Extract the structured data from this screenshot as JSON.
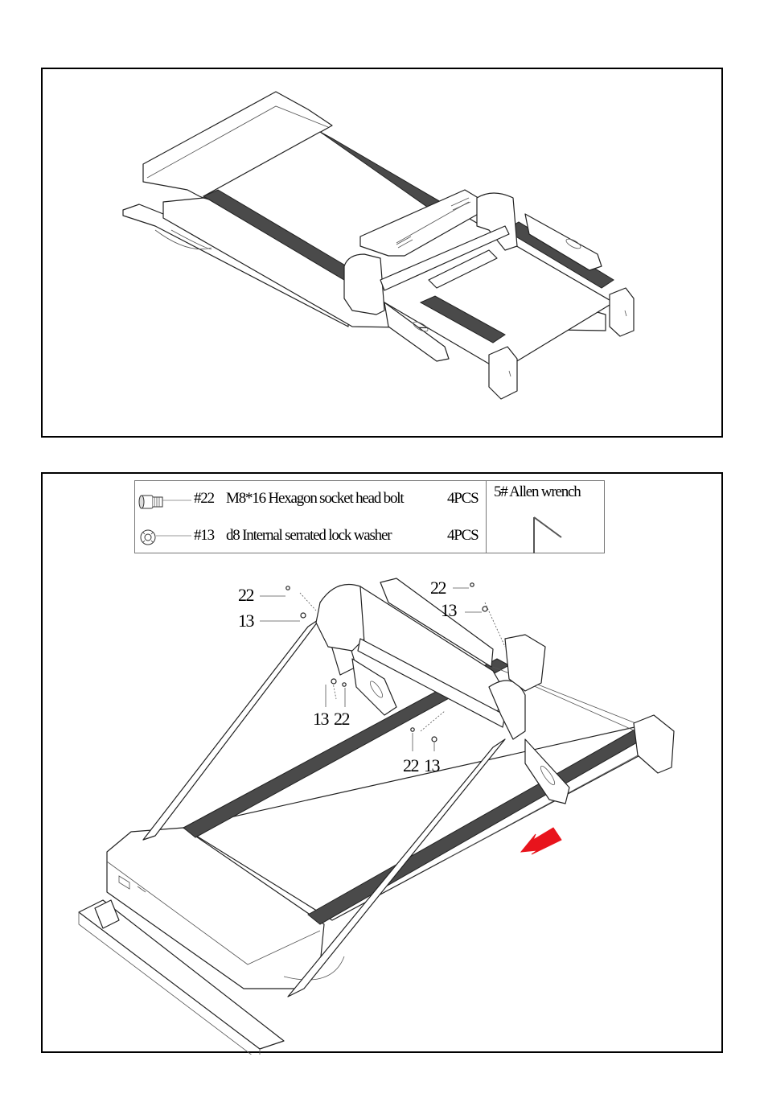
{
  "legend": {
    "bolt": {
      "part_no": "#22",
      "description": "M8*16 Hexagon socket head bolt",
      "qty": "4PCS"
    },
    "washer": {
      "part_no": "#13",
      "description": "d8 Internal serrated lock washer",
      "qty": "4PCS"
    },
    "tool": "5# Allen wrench"
  },
  "callouts": {
    "left_top_bolt": "22",
    "left_top_washer": "13",
    "right_top_bolt": "22",
    "right_top_washer": "13",
    "mid_left_washer": "13",
    "mid_left_bolt": "22",
    "mid_right_bolt": "22",
    "mid_right_washer": "13"
  },
  "colors": {
    "belt": "#4a4a4a",
    "arrow": "#e8141c"
  }
}
